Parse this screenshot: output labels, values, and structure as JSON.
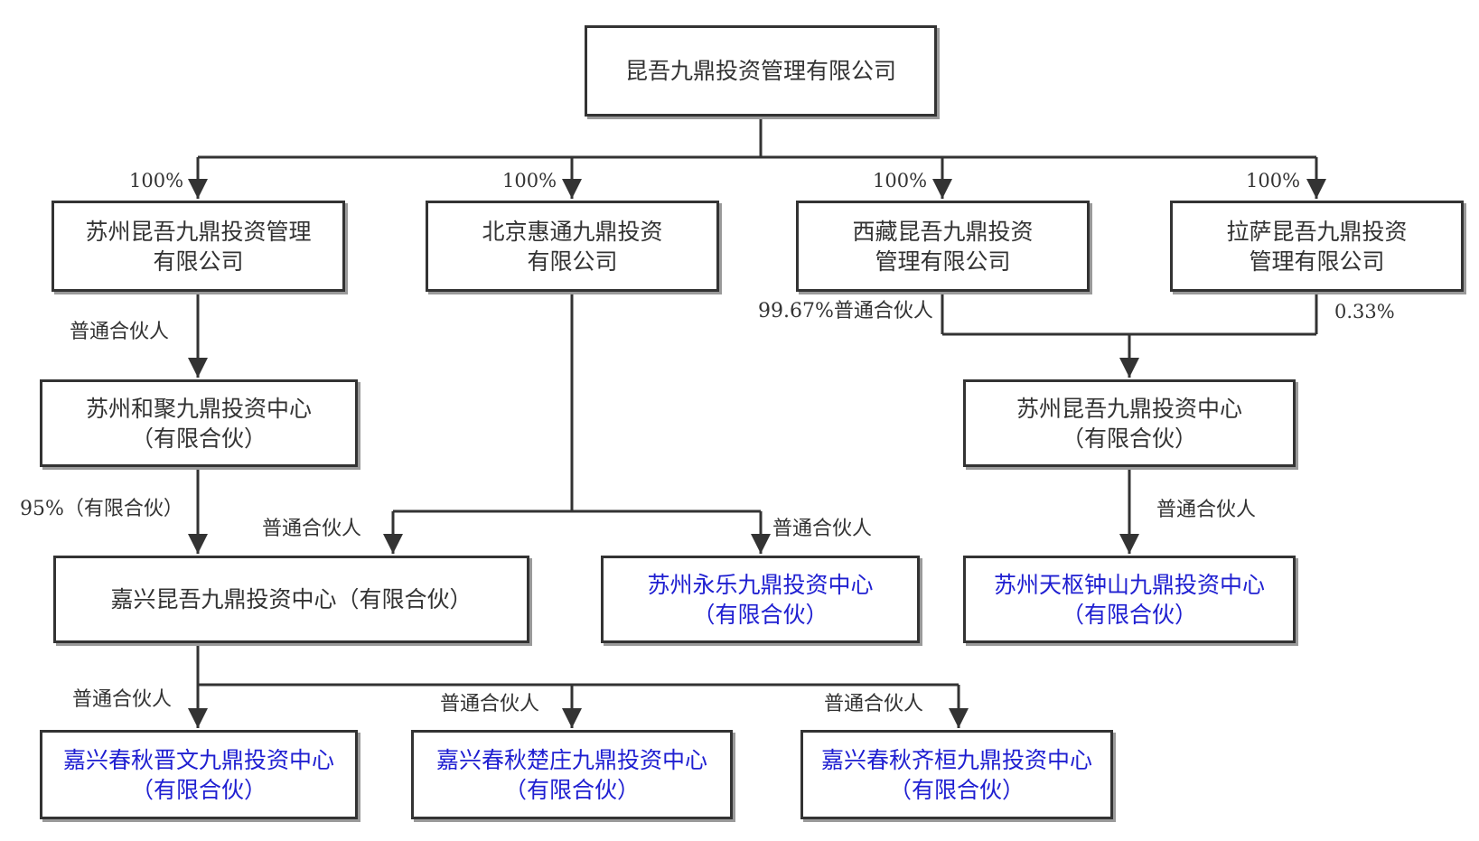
{
  "nodes": {
    "parent": [
      "昆吾九鼎投资管理有限公司"
    ],
    "suzhou_mgmt": [
      "苏州昆吾九鼎投资管理",
      "有限公司"
    ],
    "beijing": [
      "北京惠通九鼎投资",
      "有限公司"
    ],
    "xizang": [
      "西藏昆吾九鼎投资",
      "管理有限公司"
    ],
    "lasa": [
      "拉萨昆吾九鼎投资",
      "管理有限公司"
    ],
    "hejv": [
      "苏州和聚九鼎投资中心",
      "（有限合伙）"
    ],
    "suzhou_center": [
      "苏州昆吾九鼎投资中心",
      "（有限合伙）"
    ],
    "jiaxing": [
      "嘉兴昆吾九鼎投资中心（有限合伙）"
    ],
    "yongle": [
      "苏州永乐九鼎投资中心",
      "（有限合伙）"
    ],
    "tianshu": [
      "苏州天枢钟山九鼎投资中心",
      "（有限合伙）"
    ],
    "jinwen": [
      "嘉兴春秋晋文九鼎投资中心",
      "（有限合伙）"
    ],
    "chuzhuang": [
      "嘉兴春秋楚庄九鼎投资中心",
      "（有限合伙）"
    ],
    "qihuan": [
      "嘉兴春秋齐桓九鼎投资中心",
      "（有限合伙）"
    ]
  },
  "labels": {
    "p1": "100%",
    "p2": "100%",
    "p3": "100%",
    "p4": "100%",
    "gp_hejv": "普通合伙人",
    "gp_xizang": "99.67%普通合伙人",
    "lasa_share": "0.33%",
    "lp_hejv": "95%（有限合伙）",
    "gp_jiaxing": "普通合伙人",
    "gp_yongle": "普通合伙人",
    "gp_tianshu": "普通合伙人",
    "gp_jinwen": "普通合伙人",
    "gp_chuzhuang": "普通合伙人",
    "gp_qihuan": "普通合伙人"
  },
  "colors": {
    "line": "#333333",
    "box_border": "#333333",
    "shadow": "#9a9a9a",
    "link_text": "#1f1fd1"
  }
}
